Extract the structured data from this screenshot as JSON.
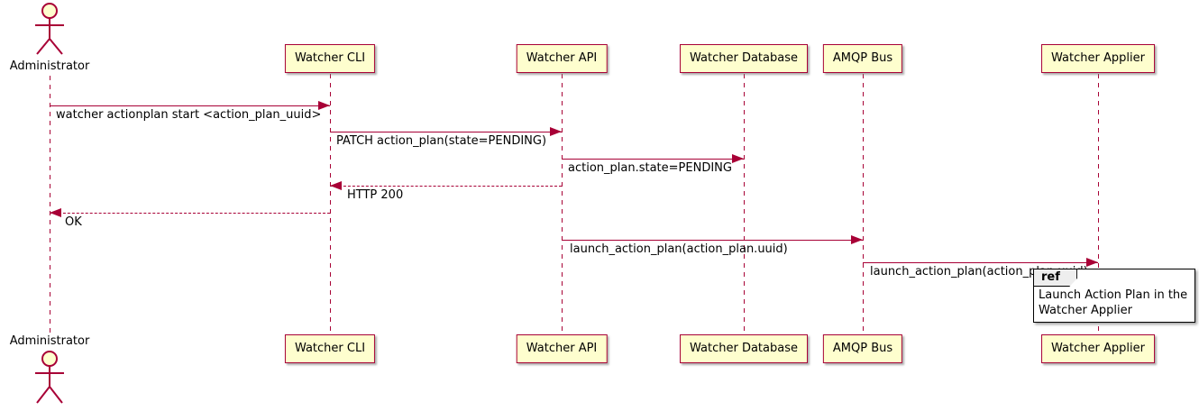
{
  "diagram": {
    "type": "sequence-diagram",
    "participants": [
      {
        "name": "Administrator",
        "kind": "actor"
      },
      {
        "name": "Watcher CLI",
        "kind": "participant"
      },
      {
        "name": "Watcher API",
        "kind": "participant"
      },
      {
        "name": "Watcher Database",
        "kind": "participant"
      },
      {
        "name": "AMQP Bus",
        "kind": "participant"
      },
      {
        "name": "Watcher Applier",
        "kind": "participant"
      }
    ],
    "messages": [
      {
        "from": "Administrator",
        "to": "Watcher CLI",
        "text": "watcher actionplan start <action_plan_uuid>",
        "line": "solid"
      },
      {
        "from": "Watcher CLI",
        "to": "Watcher API",
        "text": "PATCH action_plan(state=PENDING)",
        "line": "solid"
      },
      {
        "from": "Watcher API",
        "to": "Watcher Database",
        "text": "action_plan.state=PENDING",
        "line": "solid"
      },
      {
        "from": "Watcher API",
        "to": "Watcher CLI",
        "text": "HTTP 200",
        "line": "dashed"
      },
      {
        "from": "Watcher CLI",
        "to": "Administrator",
        "text": "OK",
        "line": "dashed"
      },
      {
        "from": "Watcher API",
        "to": "AMQP Bus",
        "text": "launch_action_plan(action_plan.uuid)",
        "line": "solid"
      },
      {
        "from": "AMQP Bus",
        "to": "Watcher Applier",
        "text": "launch_action_plan(action_plan.uuid)",
        "line": "solid"
      }
    ],
    "ref_fragment": {
      "keyword": "ref",
      "over": "Watcher Applier",
      "lines": [
        "Launch Action Plan in the",
        "Watcher Applier"
      ]
    },
    "colors": {
      "participant_fill": "#FEFECE",
      "participant_border": "#A80036",
      "arrow": "#A80036",
      "lifeline": "#A80036",
      "text": "#000000",
      "ref_header_bg": "#EEEEEE",
      "ref_border": "#000000",
      "background": "#FFFFFF"
    }
  }
}
